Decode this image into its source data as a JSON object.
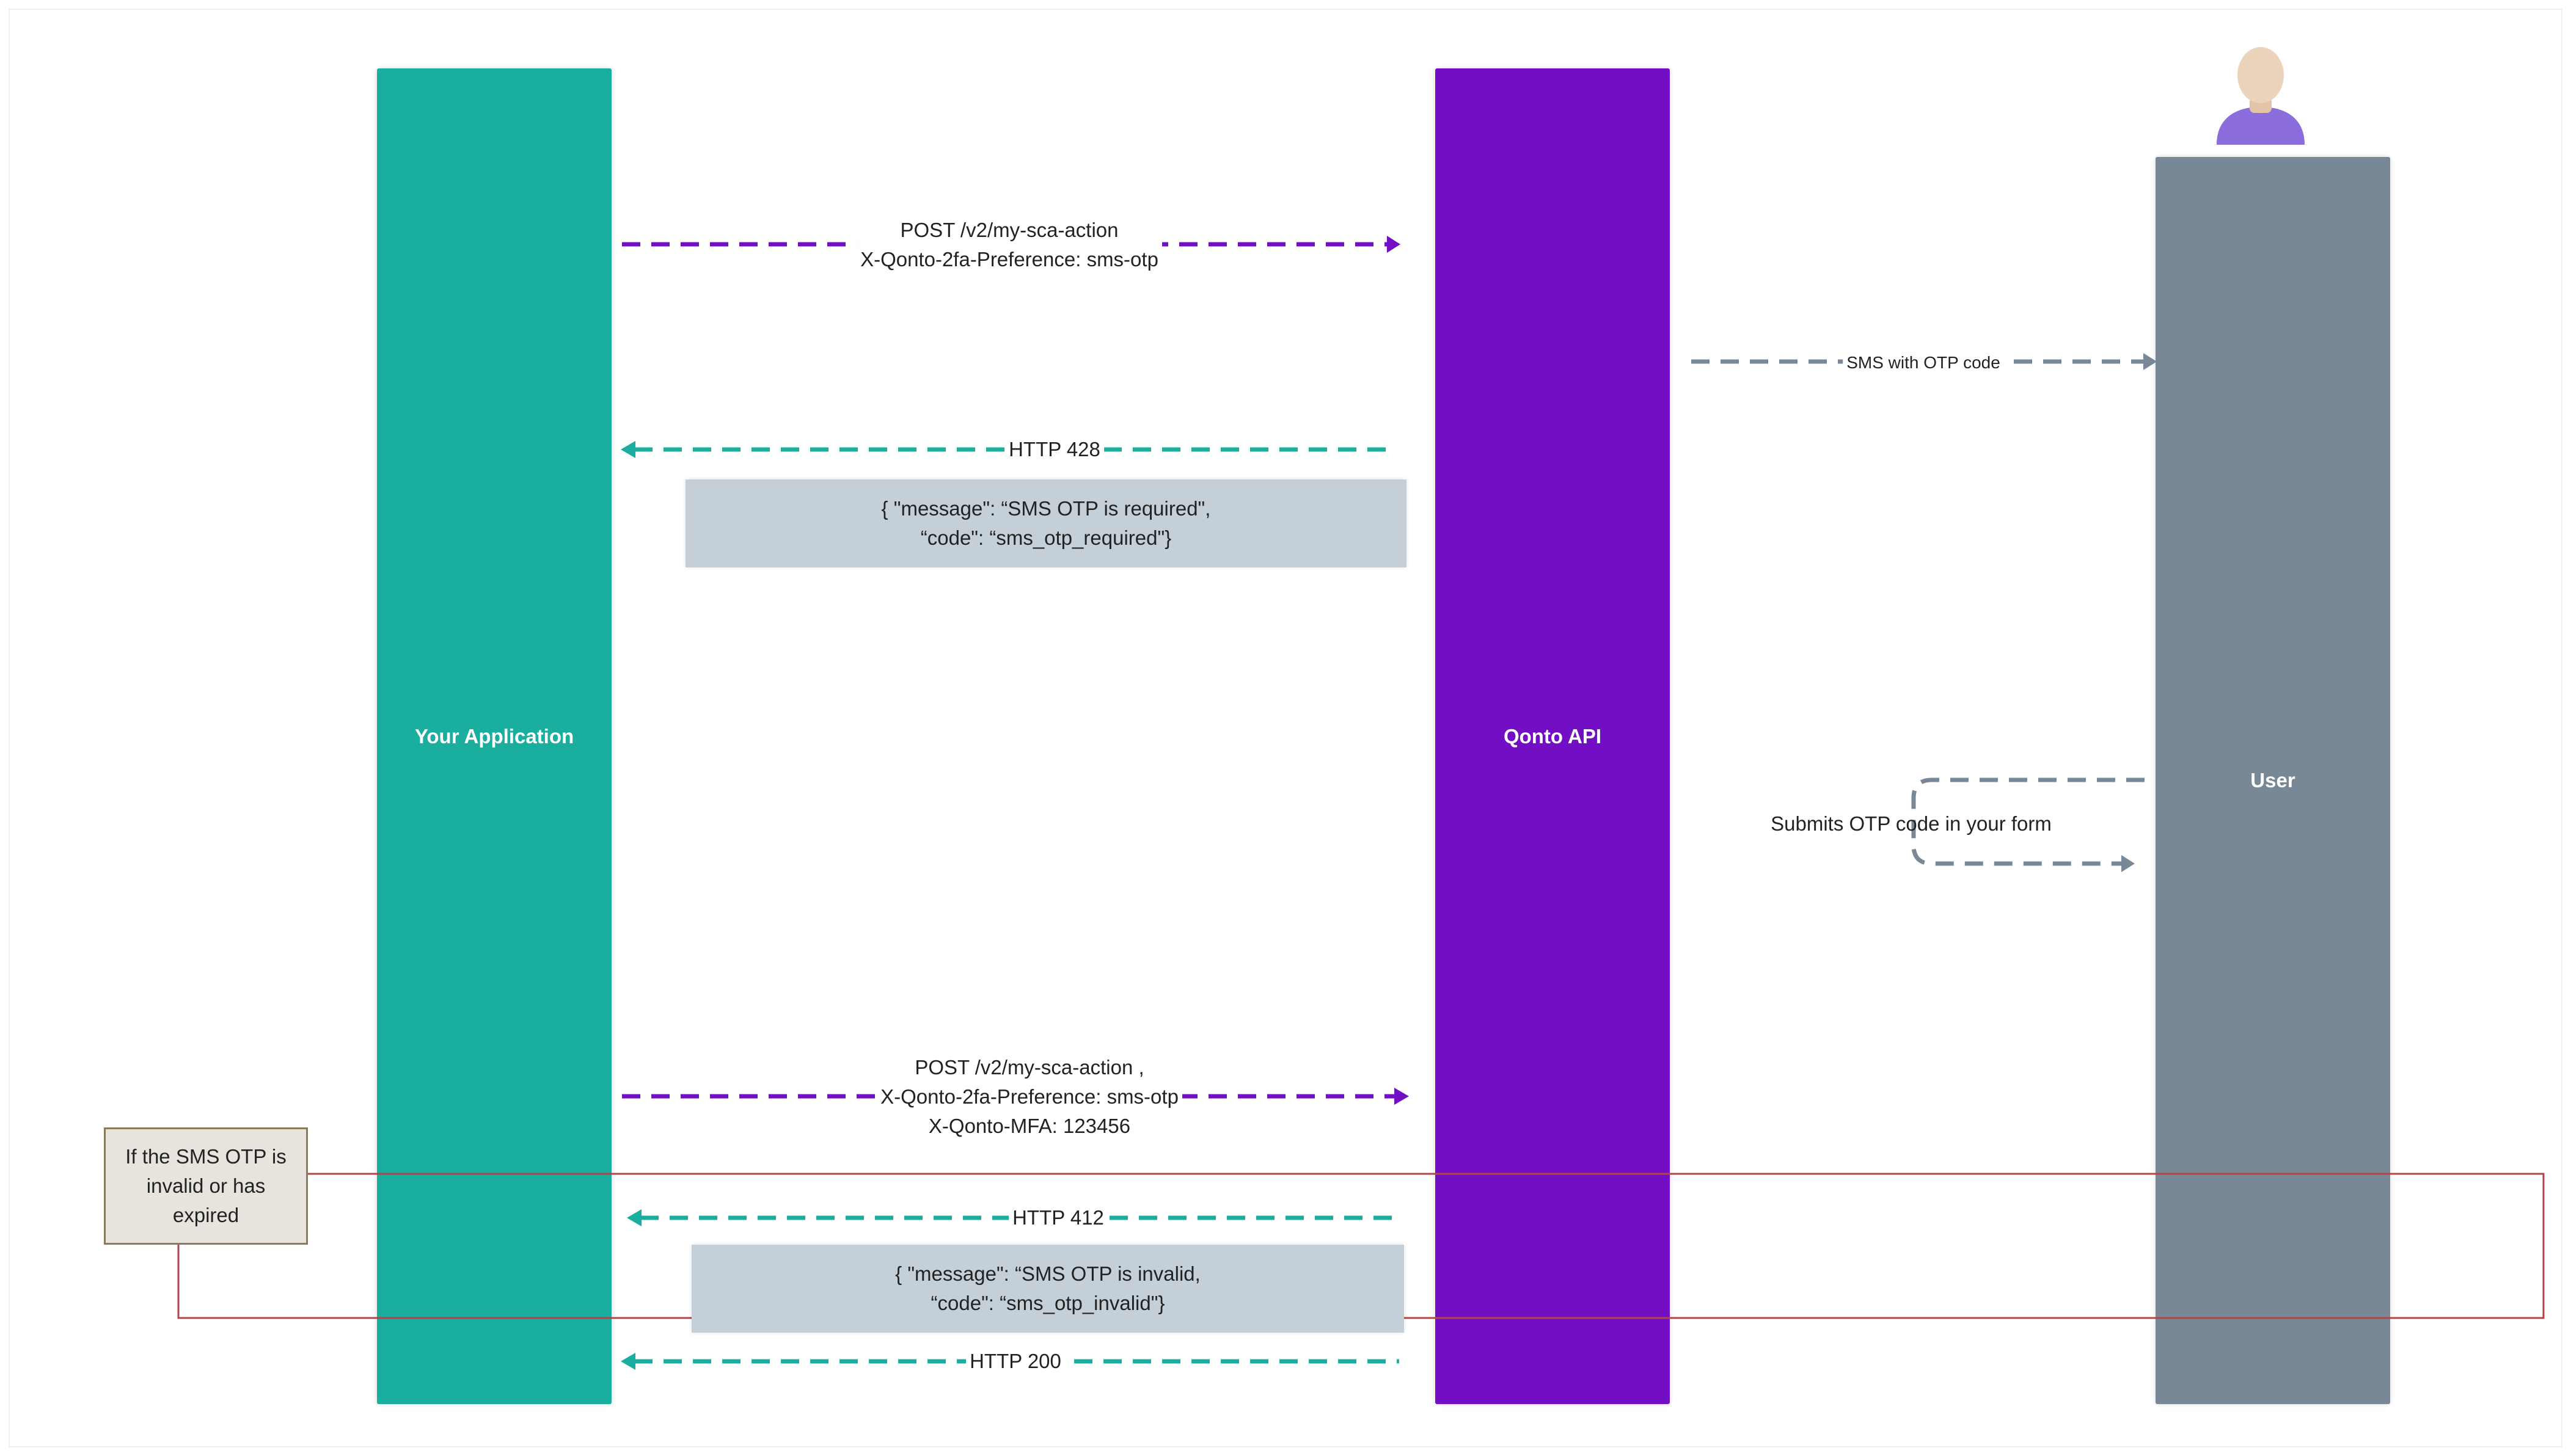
{
  "lanes": {
    "app": "Your Application",
    "api": "Qonto API",
    "user": "User"
  },
  "messages": {
    "post_1": [
      "POST /v2/my-sca-action",
      "X-Qonto-2fa-Preference: sms-otp"
    ],
    "sms": "SMS with OTP code",
    "http_428": "HTTP 428",
    "submit": "Submits OTP code in your form",
    "post_2": [
      "POST /v2/my-sca-action ,",
      "X-Qonto-2fa-Preference: sms-otp",
      "X-Qonto-MFA: 123456"
    ],
    "http_412": "HTTP 412",
    "http_200": "HTTP 200"
  },
  "notes": {
    "otp_required": [
      "{ \"message\":  “SMS OTP is required\",",
      "“code\": “sms_otp_required\"}"
    ],
    "otp_invalid": [
      "{ \"message\":  “SMS OTP is invalid,",
      "“code\": “sms_otp_invalid\"}"
    ],
    "condition": [
      "If the SMS OTP is",
      "invalid or has",
      "expired"
    ]
  },
  "colors": {
    "app": "#1aae9f",
    "api": "#720fc5",
    "user": "#788896",
    "note": "#c4cfd8",
    "condition_box": "#e7e3dd",
    "condition_frame": "#b0464a"
  },
  "icons": {
    "user": "person-avatar-icon"
  }
}
